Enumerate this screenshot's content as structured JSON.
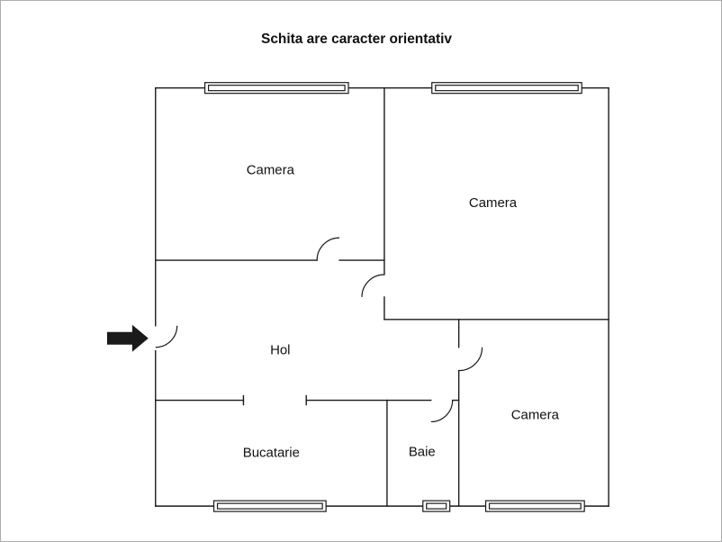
{
  "title": "Schita are caracter orientativ",
  "rooms": {
    "camera_top_left": "Camera",
    "camera_top_right": "Camera",
    "hol": "Hol",
    "bucatarie": "Bucatarie",
    "baie": "Baie",
    "camera_bottom_right": "Camera"
  },
  "icons": {
    "entrance_arrow": "right-arrow-icon"
  },
  "colors": {
    "wall": "#1a1a1a",
    "background": "#ffffff",
    "page_border": "#adadad"
  }
}
